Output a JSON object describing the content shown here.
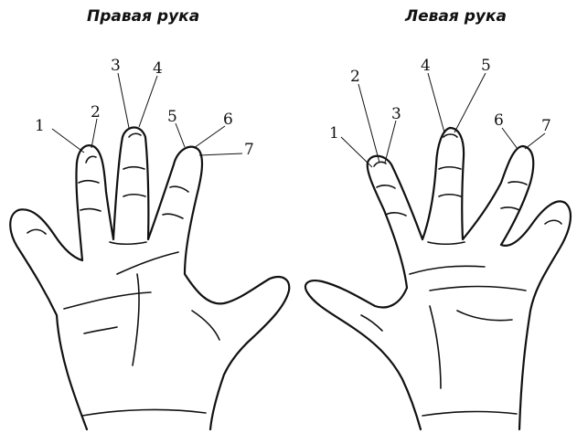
{
  "headings": {
    "right_hand": "Правая рука",
    "left_hand": "Левая рука"
  },
  "right_hand_points": [
    "1",
    "2",
    "3",
    "4",
    "5",
    "6",
    "7"
  ],
  "left_hand_points": [
    "1",
    "2",
    "3",
    "4",
    "5",
    "6",
    "7"
  ]
}
